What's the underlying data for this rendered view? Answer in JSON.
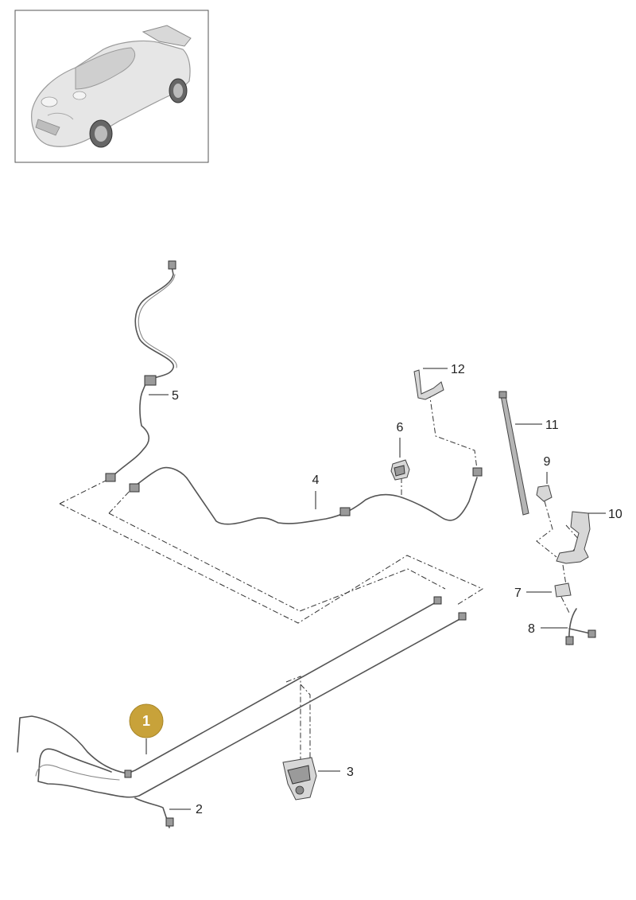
{
  "diagram": {
    "highlight_color": "#c8a23a",
    "callouts": [
      {
        "id": "1",
        "label": "1",
        "highlighted": true
      },
      {
        "id": "2",
        "label": "2"
      },
      {
        "id": "3",
        "label": "3"
      },
      {
        "id": "4",
        "label": "4"
      },
      {
        "id": "5",
        "label": "5"
      },
      {
        "id": "6",
        "label": "6"
      },
      {
        "id": "7",
        "label": "7"
      },
      {
        "id": "8",
        "label": "8"
      },
      {
        "id": "9",
        "label": "9"
      },
      {
        "id": "10",
        "label": "10"
      },
      {
        "id": "11",
        "label": "11"
      },
      {
        "id": "12",
        "label": "12"
      }
    ]
  }
}
